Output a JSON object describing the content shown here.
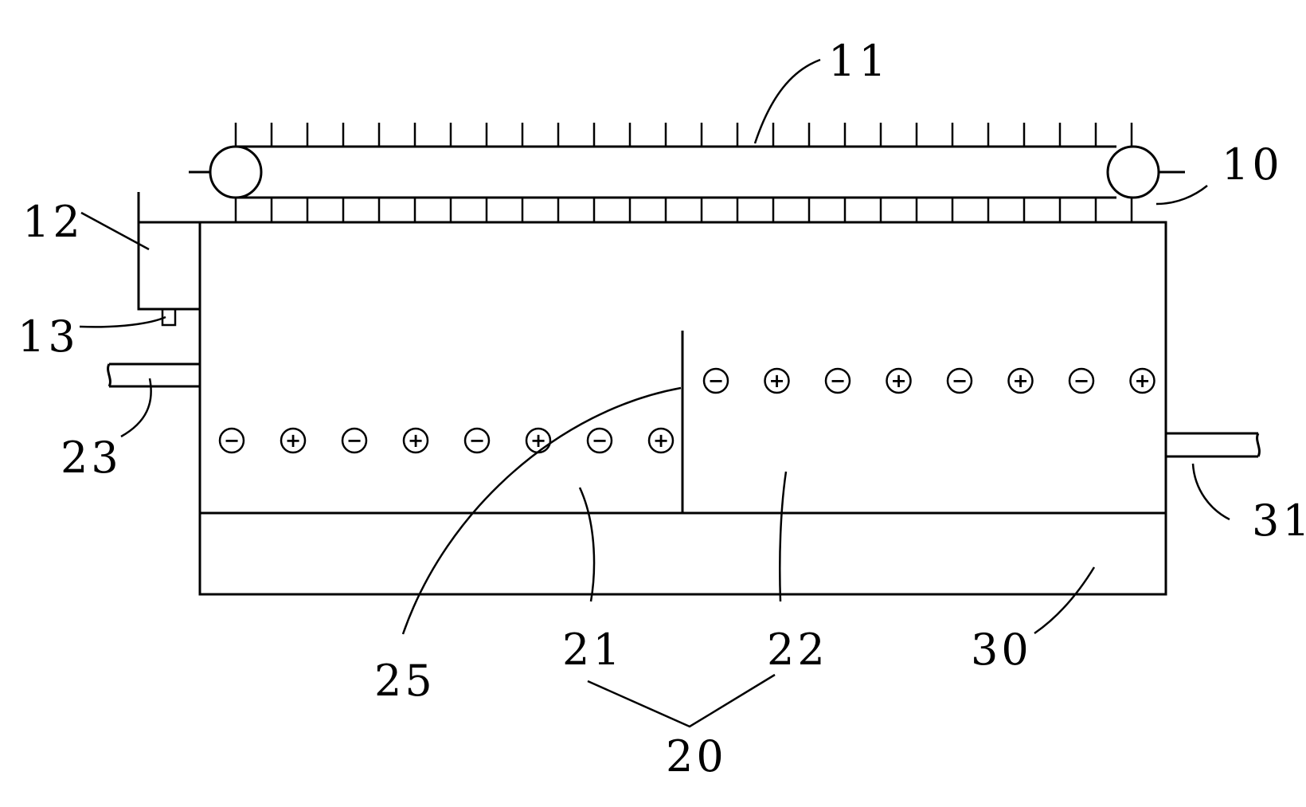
{
  "labels": {
    "conveyor_frame": "10",
    "conveyor_belt": "11",
    "feed_unit": "12",
    "feed_nozzle": "13",
    "separation_tank": "20",
    "first_zone": "21",
    "second_zone": "22",
    "inlet_pipe": "23",
    "partition": "25",
    "bottom_chamber": "30",
    "outlet_pipe": "31"
  },
  "electrodes": {
    "first_zone": [
      "−",
      "+",
      "−",
      "+",
      "−",
      "+",
      "−",
      "+"
    ],
    "second_zone": [
      "−",
      "+",
      "−",
      "+",
      "−",
      "+",
      "−",
      "+"
    ]
  },
  "colors": {
    "line": "#000000",
    "background": "#ffffff"
  }
}
